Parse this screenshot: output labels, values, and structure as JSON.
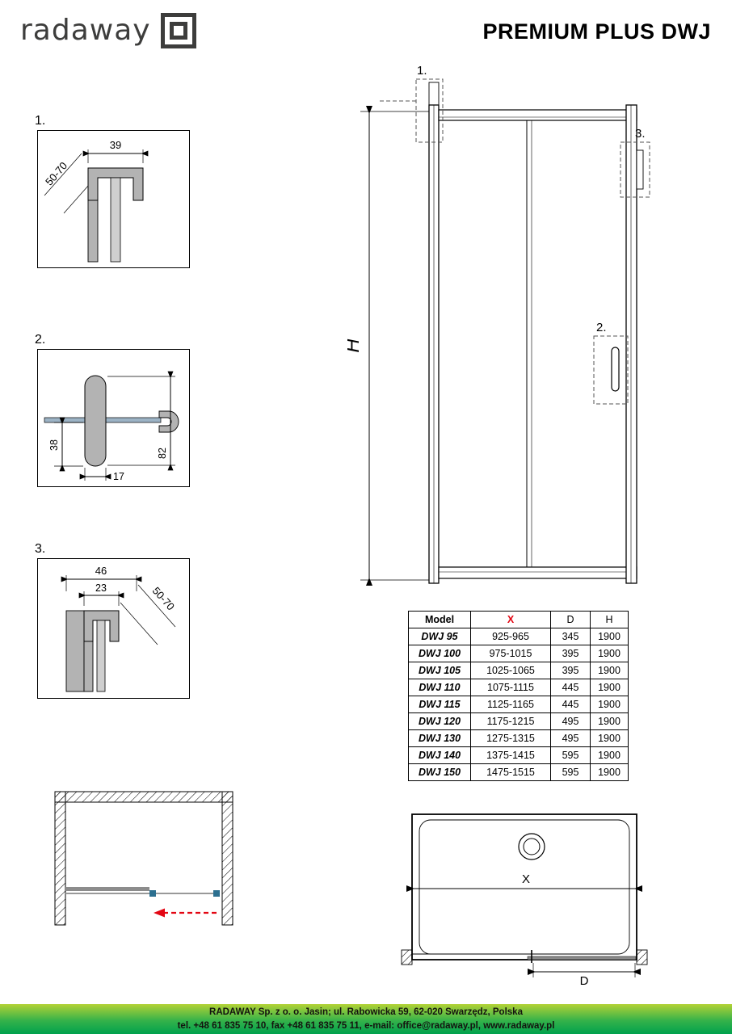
{
  "header": {
    "brand": "radaway",
    "title": "PREMIUM PLUS DWJ"
  },
  "detail1": {
    "label": "1.",
    "dim_range": "50-70",
    "dim_width": "39"
  },
  "detail2": {
    "label": "2.",
    "dim_38": "38",
    "dim_17": "17",
    "dim_82": "82"
  },
  "detail3": {
    "label": "3.",
    "dim_46": "46",
    "dim_23": "23",
    "dim_range": "50-70"
  },
  "elevation": {
    "height_label": "H",
    "marker1": "1.",
    "marker2": "2.",
    "marker3": "3."
  },
  "spec_table": {
    "headers": [
      "Model",
      "X",
      "D",
      "H"
    ],
    "rows": [
      [
        "DWJ 95",
        "925-965",
        "345",
        "1900"
      ],
      [
        "DWJ 100",
        "975-1015",
        "395",
        "1900"
      ],
      [
        "DWJ 105",
        "1025-1065",
        "395",
        "1900"
      ],
      [
        "DWJ 110",
        "1075-1115",
        "445",
        "1900"
      ],
      [
        "DWJ 115",
        "1125-1165",
        "445",
        "1900"
      ],
      [
        "DWJ 120",
        "1175-1215",
        "495",
        "1900"
      ],
      [
        "DWJ 130",
        "1275-1315",
        "495",
        "1900"
      ],
      [
        "DWJ 140",
        "1375-1415",
        "595",
        "1900"
      ],
      [
        "DWJ 150",
        "1475-1515",
        "595",
        "1900"
      ]
    ]
  },
  "plan": {
    "width_label": "X",
    "door_label": "D"
  },
  "footer": {
    "line1": "RADAWAY Sp. z o. o. Jasin; ul. Rabowicka 59, 62-020 Swarzędz, Polska",
    "line2": "tel. +48 61 835 75 10, fax +48 61 835 75 11, e-mail: office@radaway.pl, www.radaway.pl"
  },
  "colors": {
    "accent_red": "#e30613",
    "profile_gray": "#b3b3b3",
    "teal": "#2c6f8f",
    "footer_green_light": "#b3d235",
    "footer_green_dark": "#00a24d"
  }
}
